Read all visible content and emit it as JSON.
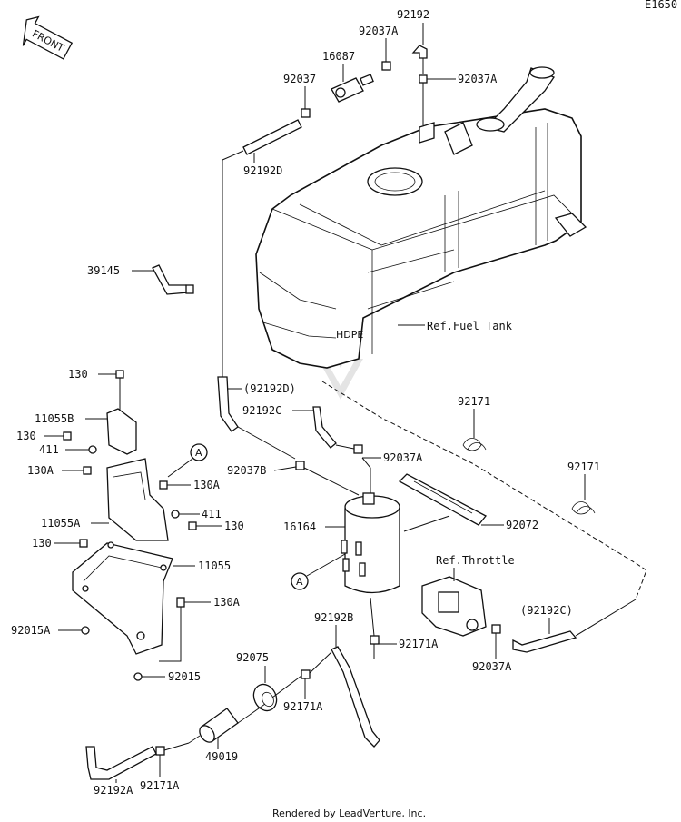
{
  "diagram_code": "E1650",
  "front_arrow_label": "FRONT",
  "callouts": {
    "p92192_top": "92192",
    "p92037A_top": "92037A",
    "p16087": "16087",
    "p92037_top": "92037",
    "p92037A_right": "92037A",
    "p92192D": "92192D",
    "p39145": "39145",
    "ref_fuel_tank": "Ref.Fuel Tank",
    "p130_1": "130",
    "p11055B": "11055B",
    "p130_2": "130",
    "p411_1": "411",
    "p130A_1": "130A",
    "p130A_2": "130A",
    "p411_2": "411",
    "p11055A": "11055A",
    "p130_3": "130",
    "p130_4": "130",
    "p11055": "11055",
    "p130A_3": "130A",
    "p92015A": "92015A",
    "p92015": "92015",
    "p92192D_paren": "(92192D)",
    "p92192C": "92192C",
    "p92037A_mid": "92037A",
    "p92037B": "92037B",
    "p92171_1": "92171",
    "p92171_2": "92171",
    "p16164": "16164",
    "p92072": "92072",
    "ref_throttle": "Ref.Throttle",
    "p92192C_paren": "(92192C)",
    "p92037A_bottom": "92037A",
    "p92192B": "92192B",
    "p92171A_1": "92171A",
    "p92075": "92075",
    "p92171A_2": "92171A",
    "p49019": "49019",
    "p92171A_3": "92171A",
    "p92192A": "92192A",
    "ref_A_1": "A",
    "ref_A_2": "A"
  },
  "footer": "Rendered by LeadVenture, Inc."
}
